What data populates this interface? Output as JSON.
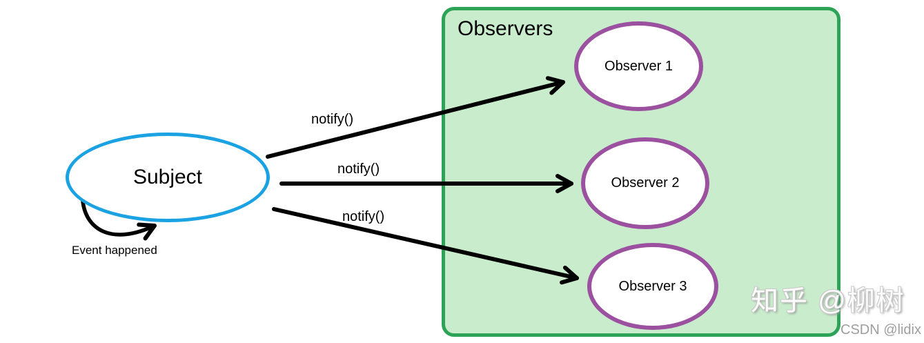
{
  "diagram": {
    "subject": {
      "label": "Subject"
    },
    "self_loop": {
      "label": "Event happened"
    },
    "notify_arrows": [
      {
        "label": "notify()",
        "target": "Observer 1"
      },
      {
        "label": "notify()",
        "target": "Observer 2"
      },
      {
        "label": "notify()",
        "target": "Observer 3"
      }
    ],
    "observers_box": {
      "title": "Observers",
      "items": [
        {
          "label": "Observer 1"
        },
        {
          "label": "Observer 2"
        },
        {
          "label": "Observer 3"
        }
      ]
    },
    "colors": {
      "subject_border": "#1ba2e2",
      "observer_border": "#9b50a0",
      "box_border": "#2da357",
      "box_fill": "#c9edcc",
      "arrow": "#000000"
    }
  },
  "watermarks": {
    "zhihu": "知乎 @柳树",
    "csdn": "CSDN @lidix"
  }
}
